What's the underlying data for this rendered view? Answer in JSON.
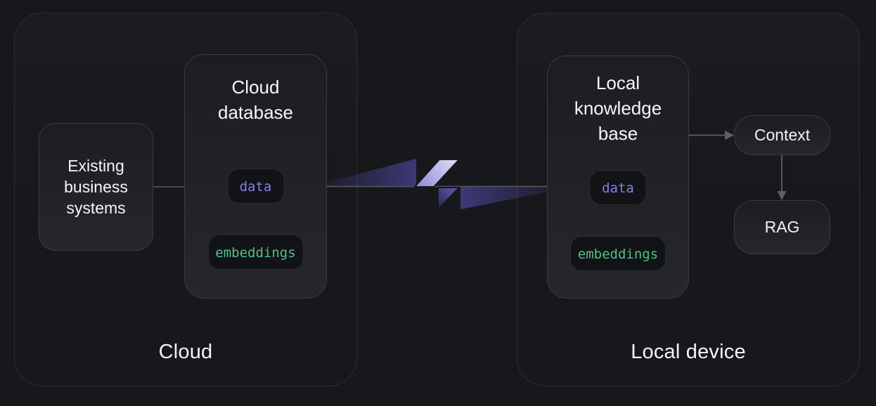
{
  "groups": {
    "cloud": {
      "label": "Cloud",
      "existing_box": {
        "line1": "Existing",
        "line2": "business",
        "line3": "systems"
      },
      "database_box": {
        "line1": "Cloud",
        "line2": "database",
        "data_pill": "data",
        "embeddings_pill": "embeddings"
      }
    },
    "local": {
      "label": "Local device",
      "knowledge_box": {
        "line1": "Local",
        "line2": "knowledge",
        "line3": "base",
        "data_pill": "data",
        "embeddings_pill": "embeddings"
      },
      "context_box": {
        "label": "Context"
      },
      "rag_box": {
        "label": "RAG"
      }
    }
  },
  "icons": {
    "center": "lightning-bolt"
  },
  "colors": {
    "background": "#17181c",
    "container_border": "#2d2e34",
    "node_border": "#3a3b42",
    "node_fill_top": "#1c1d22",
    "node_fill_bottom": "#26272c",
    "pill_fill": "#121317",
    "data_text": "#8480e8",
    "embeddings_text": "#50c287",
    "title_text": "#f2f3f5",
    "edge_gray": "#55565d",
    "edge_light": "#9b9ca3",
    "bolt_light": "#dddbf4",
    "bolt_mid": "#8d87d8",
    "bolt_dark": "#23223e",
    "glow_purple": "#6a5de0"
  }
}
